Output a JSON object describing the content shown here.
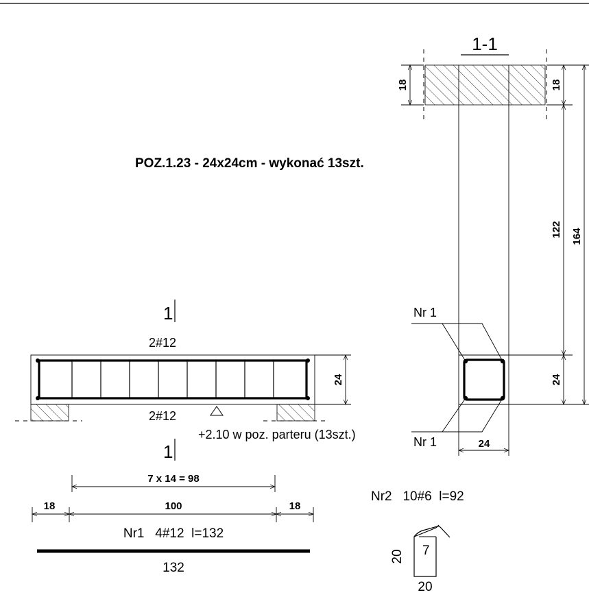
{
  "title": "POZ.1.23 - 24x24cm - wykonać 13szt.",
  "section": {
    "label": "1-1",
    "dims": {
      "top_left": "18",
      "top_right": "18",
      "clear_height": "122",
      "total_height": "164",
      "beam_height": "24",
      "beam_width": "24"
    },
    "callout_top": "Nr 1",
    "callout_bottom": "Nr 1"
  },
  "elevation": {
    "cut_label_top": "1",
    "cut_label_bottom": "1",
    "top_bars": "2#12",
    "bottom_bars": "2#12",
    "height_dim": "24",
    "level_note": "+2.10 w poz. parteru (13szt.)"
  },
  "bar_nr1": {
    "stirrup_spacing": "7 x 14 = 98",
    "dim_left": "18",
    "dim_mid": "100",
    "dim_right": "18",
    "label": "Nr1   4#12  l=132",
    "length": "132"
  },
  "bar_nr2": {
    "label": "Nr2   10#6  l=92",
    "side_height": "20",
    "hook": "7",
    "side_width": "20"
  }
}
